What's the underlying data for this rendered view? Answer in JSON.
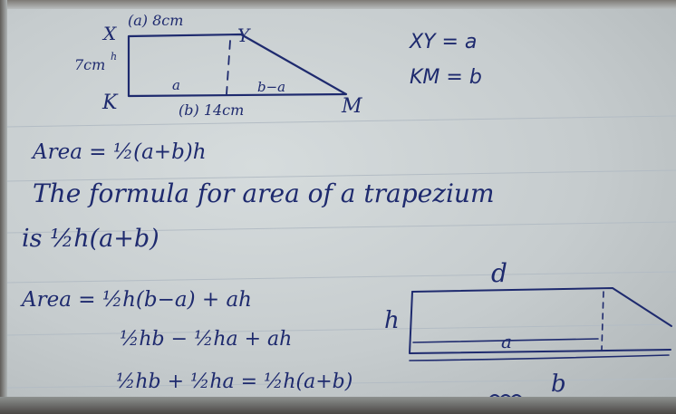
{
  "figure1": {
    "label_x": "X",
    "label_y": "Y",
    "label_k": "K",
    "label_m": "M",
    "top_length": "(a) 8cm",
    "side_length": "7cm",
    "side_h": "h",
    "inner_a": "a",
    "inner_b_minus_a": "b−a",
    "bottom_length": "(b) 14cm"
  },
  "definitions": {
    "xy": "XY = a",
    "km": "KM = b"
  },
  "area_line": "Area = ½(a+b)h",
  "formula_line1": "The formula for area of a trapezium",
  "formula_line2": "is ½h(a+b)",
  "working": {
    "line1": "Area = ½h(b−a) + ah",
    "line2": "½hb − ½ha + ah",
    "line3": "½hb + ½ha = ½h(a+b)"
  },
  "figure2": {
    "label_d": "d",
    "label_h": "h",
    "label_a": "a",
    "label_b": "b"
  }
}
